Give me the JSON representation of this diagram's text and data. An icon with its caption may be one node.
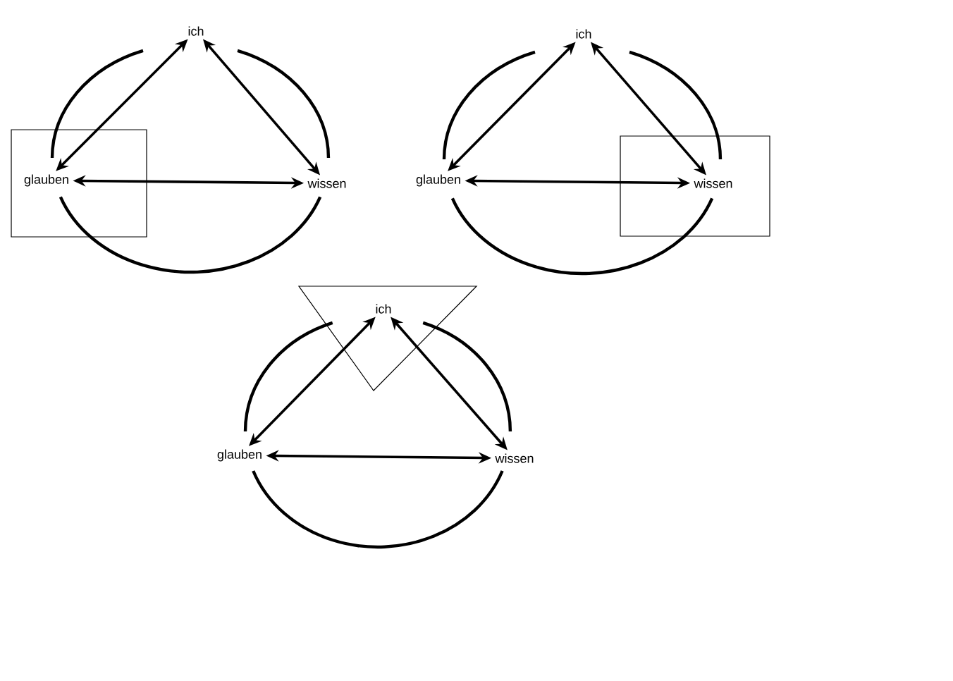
{
  "diagram": {
    "nodes": [
      {
        "text": [
          "ich"
        ]
      },
      {
        "text": [],
        "shape": "box"
      },
      {
        "text": [
          "glauben"
        ],
        "in": 1
      },
      {
        "text": [
          "wissen"
        ]
      },
      {
        "text": [
          "ich"
        ]
      },
      {
        "text": [
          "glauben"
        ]
      },
      {
        "text": [],
        "shape": "box"
      },
      {
        "text": [
          "wissen"
        ],
        "in": 6
      },
      {
        "text": [],
        "shape": "triangle"
      },
      {
        "text": [
          "ich"
        ],
        "in": 8
      },
      {
        "text": [
          "glauben"
        ]
      },
      {
        "text": [
          "wissen"
        ]
      }
    ],
    "edges": [
      {
        "from": 0,
        "to": 2,
        "arrow": "both"
      },
      {
        "from": 0,
        "to": 3,
        "arrow": "both"
      },
      {
        "from": 2,
        "to": 3,
        "arrow": "both"
      },
      {
        "from": 4,
        "to": 5,
        "arrow": "both"
      },
      {
        "from": 4,
        "to": 7,
        "arrow": "both"
      },
      {
        "from": 5,
        "to": 7,
        "arrow": "both"
      },
      {
        "from": 9,
        "to": 10,
        "arrow": "both"
      },
      {
        "from": 9,
        "to": 11,
        "arrow": "both"
      },
      {
        "from": 10,
        "to": 11,
        "arrow": "both"
      }
    ]
  }
}
